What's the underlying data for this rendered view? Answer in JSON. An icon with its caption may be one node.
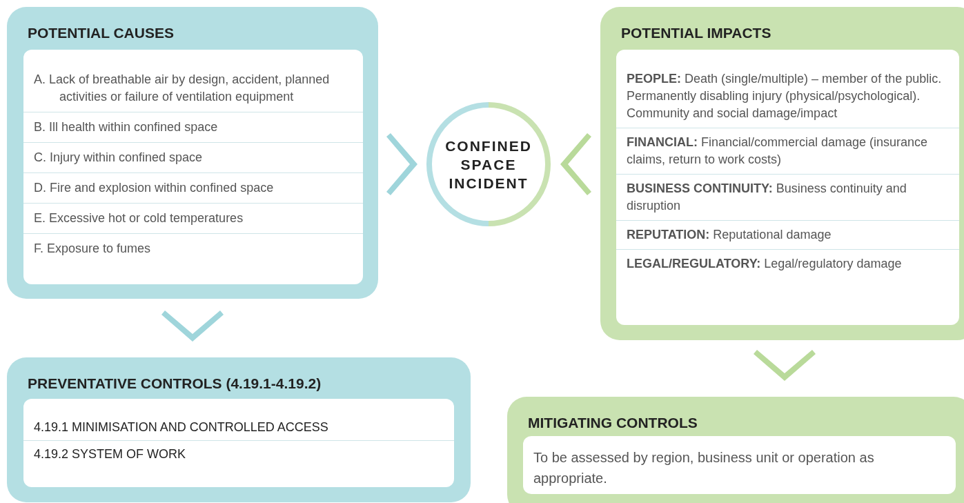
{
  "diagram": {
    "nodes": [
      {
        "text": [
          "POTENTIAL CAUSES",
          "A. Lack of breathable air by design, accident, planned activities or failure of ventilation equipment",
          "B. Ill health within confined space",
          "C. Injury within confined space",
          "D. Fire and explosion within confined space",
          "E. Excessive hot or cold temperatures",
          "F. Exposure to fumes"
        ]
      },
      {
        "text": [
          "CONFINED SPACE INCIDENT"
        ]
      },
      {
        "text": [
          "POTENTIAL IMPACTS",
          "**PEOPLE:** Death (single/multiple) – member of the public. Permanently disabling injury (physical/psychological). Community and social damage/impact",
          "**FINANCIAL:** Financial/commercial damage (insurance claims, return to work costs)",
          "**BUSINESS CONTINUITY:** Business continuity and disruption",
          "**REPUTATION:** Reputational damage",
          "**LEGAL/REGULATORY:** Legal/regulatory damage"
        ]
      },
      {
        "text": [
          "PREVENTATIVE CONTROLS (4.19.1-4.19.2)",
          "4.19.1 MINIMISATION AND CONTROLLED ACCESS",
          "4.19.2 SYSTEM OF WORK"
        ]
      },
      {
        "text": [
          "MITIGATING CONTROLS",
          "To be assessed by region, business unit or operation as appropriate."
        ]
      }
    ],
    "edges": [
      {
        "from": 0,
        "to": 1,
        "arrow": "to",
        "color": "#9fd5db"
      },
      {
        "from": 2,
        "to": 1,
        "arrow": "to",
        "color": "#b9da9a"
      },
      {
        "from": 0,
        "to": 3,
        "arrow": "to",
        "color": "#9fd5db"
      },
      {
        "from": 2,
        "to": 4,
        "arrow": "to",
        "color": "#b9da9a"
      }
    ]
  }
}
